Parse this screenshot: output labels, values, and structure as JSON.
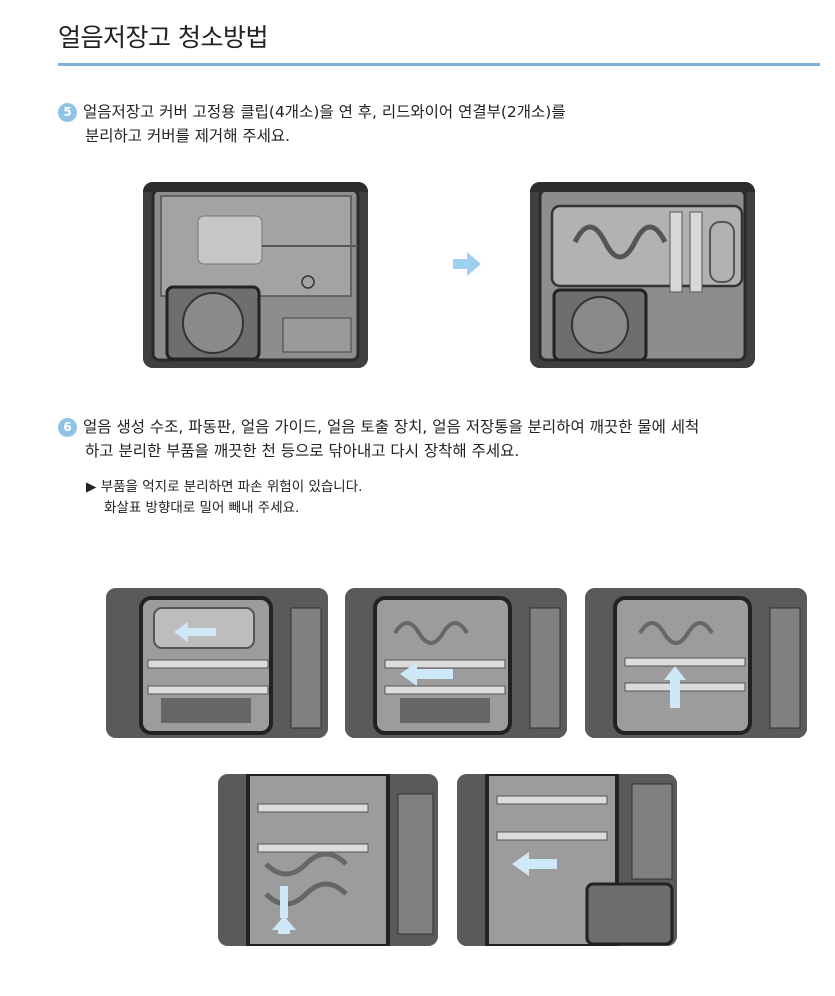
{
  "page": {
    "title": "얼음저장고 청소방법"
  },
  "steps": [
    {
      "number": "5",
      "line1": "얼음저장고 커버 고정용 클립(4개소)을 연 후, 리드와이어 연결부(2개소)를",
      "line2": "분리하고 커버를 제거해 주세요."
    },
    {
      "number": "6",
      "line1": "얼음 생성 수조, 파동판, 얼음 가이드, 얼음 토출 장치, 얼음 저장통을 분리하여 깨끗한 물에 세척",
      "line2": "하고 분리한 부품을 깨끗한 천 등으로  닦아내고 다시 장착해 주세요."
    }
  ],
  "note": {
    "marker": "▶",
    "line1": "부품을 억지로 분리하면 파손 위험이 있습니다.",
    "line2": "화살표 방향대로 밀어 빼내 주세요."
  },
  "colors": {
    "accent": "#8fc3e6",
    "rule": "#7fb0dc",
    "arrow": "#9fd0f2"
  }
}
